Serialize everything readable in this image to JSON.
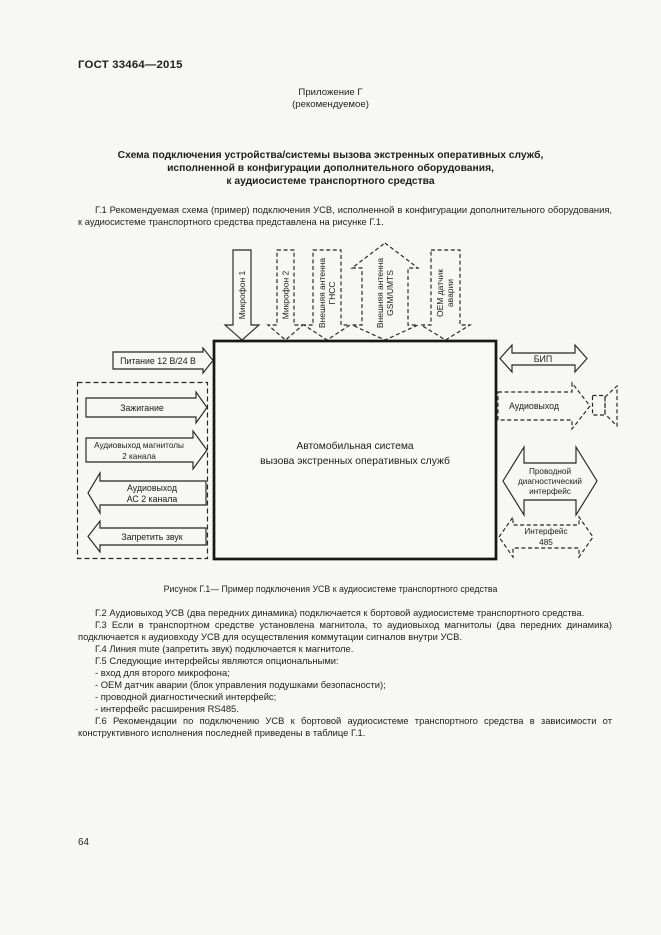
{
  "theme": {
    "ink": "#1e1e1e",
    "paper": "#f7f7f6"
  },
  "page": {
    "standard_code": "ГОСТ 33464—2015",
    "appendix_heading": "Приложение Г",
    "appendix_type": "(рекомендуемое)",
    "title_lines": [
      "Схема подключения устройства/системы вызова экстренных оперативных служб,",
      "исполненной в конфигурации дополнительного оборудования,",
      "к аудиосистеме транспортного средства"
    ],
    "page_number": "64"
  },
  "intro": {
    "g1": "Г.1  Рекомендуемая схема (пример) подключения УСВ, исполненной в конфигурации дополнительного оборудования, к аудиосистеме транспортного средства представлена на рисунке Г.1."
  },
  "diagram": {
    "central_box": {
      "line1": "Автомобильная система",
      "line2": "вызова экстренных оперативных служб"
    },
    "top_arrows": {
      "mic1": "Микрофон 1",
      "mic2": "Микрофон 2",
      "gnss_line1": "Внешняя антенна",
      "gnss_line2": "ГНСС",
      "gsm_line1": "Внешняя антенна",
      "gsm_line2": "GSM/UMTS",
      "oem_line1": "OEM датчик",
      "oem_line2": "аварии"
    },
    "left": {
      "power": "Питание 12 В/24 В",
      "ignition": "Зажигание",
      "radio_out_line1": "Аудиовыход магнитолы",
      "radio_out_line2": "2 канала",
      "ac_out_line1": "Аудиовыход",
      "ac_out_line2": "АС 2 канала",
      "mute": "Запретить звук"
    },
    "right": {
      "beep": "БИП",
      "audio_out": "Аудиовыход",
      "diag_line1": "Проводной",
      "diag_line2": "диагностический",
      "diag_line3": "интерфейс",
      "iface_line1": "Интерфейс",
      "iface_line2": "485"
    }
  },
  "figure": {
    "caption": "Рисунок Г.1— Пример подключения УСВ к аудиосистеме транспортного средства"
  },
  "notes": {
    "g2": "Г.2  Аудиовыход УСВ (два передних динамика) подключается к бортовой аудиосистеме транспортного средства.",
    "g3": "Г.3  Если в транспортном средстве установлена магнитола, то аудиовыход магнитолы (два передних динамика) подключается к аудиовходу УСВ для осуществления коммутации сигналов внутри УСВ.",
    "g4": "Г.4  Линия mute (запретить звук) подключается к магнитоле.",
    "g5": "Г.5  Следующие интерфейсы являются опциональными:",
    "g5_items": [
      "- вход для второго микрофона;",
      "- OEM датчик аварии (блок управления подушками безопасности);",
      "- проводной диагностический интерфейс;",
      "- интерфейс расширения RS485."
    ],
    "g6": "Г.6  Рекомендации по подключению УСВ к бортовой аудиосистеме транспортного средства в зависимости от конструктивного исполнения последней приведены в таблице Г.1."
  }
}
